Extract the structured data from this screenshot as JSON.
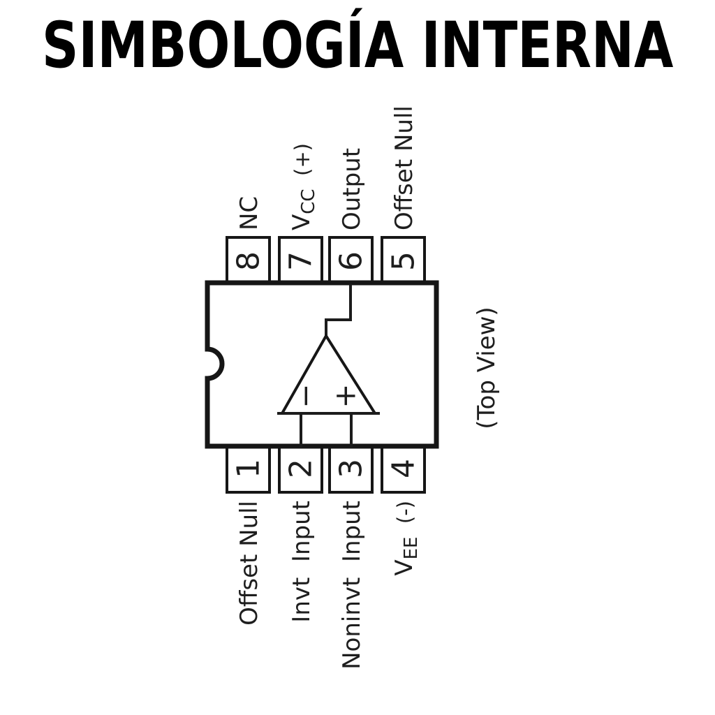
{
  "title": "SIMBOLOGÍA INTERNA",
  "note": "(Top View)",
  "pins": {
    "top": [
      {
        "number": "8",
        "label": "NC"
      },
      {
        "number": "7",
        "label_main": "V",
        "label_sub": "CC",
        "label_suffix": "  (+)"
      },
      {
        "number": "6",
        "label": "Output"
      },
      {
        "number": "5",
        "label": "Offset Null"
      }
    ],
    "bottom": [
      {
        "number": "1",
        "label": "Offset Null"
      },
      {
        "number": "2",
        "label": "Invt  Input"
      },
      {
        "number": "3",
        "label": "Noninvt  Input"
      },
      {
        "number": "4",
        "label_main": "V",
        "label_sub": "EE",
        "label_suffix": "  (-)"
      }
    ]
  },
  "opamp": {
    "inverting_sign": "−",
    "noninverting_sign": "+"
  },
  "colors": {
    "line": "#161616",
    "text": "#1e1e1e",
    "background": "#ffffff"
  }
}
